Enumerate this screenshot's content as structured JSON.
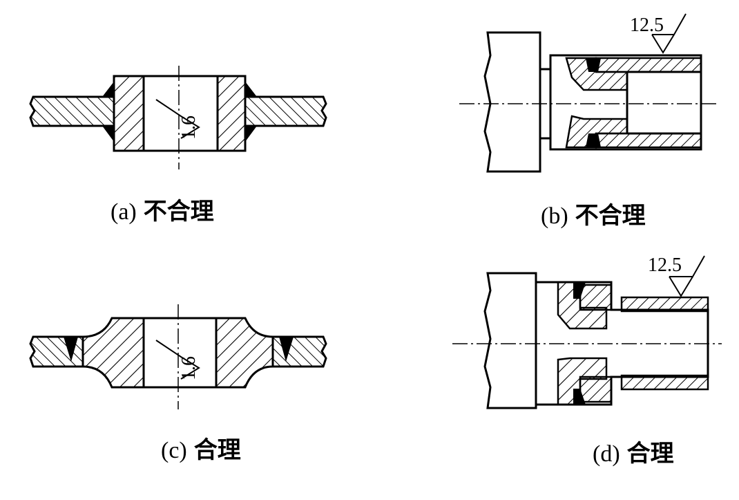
{
  "figures": {
    "a": {
      "tag": "(a)",
      "verdict": "不合理",
      "roughness": "1.6"
    },
    "b": {
      "tag": "(b)",
      "verdict": "不合理",
      "roughness": "12.5"
    },
    "c": {
      "tag": "(c)",
      "verdict": "合理",
      "roughness": "1.6"
    },
    "d": {
      "tag": "(d)",
      "verdict": "合理",
      "roughness": "12.5"
    }
  },
  "colors": {
    "ink": "#000000",
    "paper": "#ffffff"
  }
}
